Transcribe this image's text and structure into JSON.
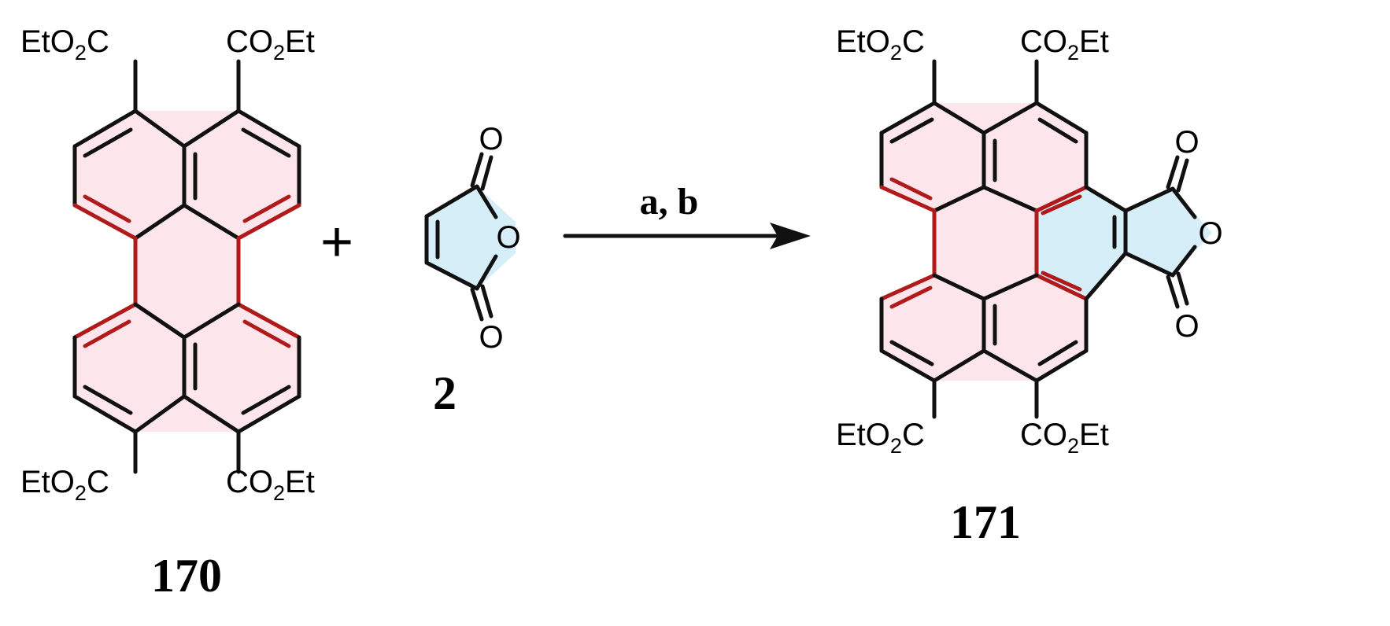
{
  "scheme": {
    "plus": "+",
    "arrow_label": "a, b",
    "colors": {
      "aromatic_fill": "#fde5ec",
      "anhydride_fill": "#d6eef8",
      "highlight_bond": "#b01a1a",
      "bond": "#111111"
    }
  },
  "compounds": {
    "c170": {
      "label": "170",
      "substituents": {
        "top_left": {
          "main": "EtO",
          "sub": "2",
          "tail": "C"
        },
        "top_right": {
          "main": "CO",
          "sub": "2",
          "tail": "Et"
        },
        "bottom_left": {
          "main": "EtO",
          "sub": "2",
          "tail": "C"
        },
        "bottom_right": {
          "main": "CO",
          "sub": "2",
          "tail": "Et"
        }
      }
    },
    "c2": {
      "label": "2",
      "atoms": {
        "o_top": "O",
        "o_ring": "O",
        "o_bottom": "O"
      }
    },
    "c171": {
      "label": "171",
      "substituents": {
        "top_left": {
          "main": "EtO",
          "sub": "2",
          "tail": "C"
        },
        "top_right": {
          "main": "CO",
          "sub": "2",
          "tail": "Et"
        },
        "bottom_left": {
          "main": "EtO",
          "sub": "2",
          "tail": "C"
        },
        "bottom_right": {
          "main": "CO",
          "sub": "2",
          "tail": "Et"
        }
      },
      "atoms": {
        "o_top": "O",
        "o_ring": "O",
        "o_bottom": "O"
      }
    }
  }
}
